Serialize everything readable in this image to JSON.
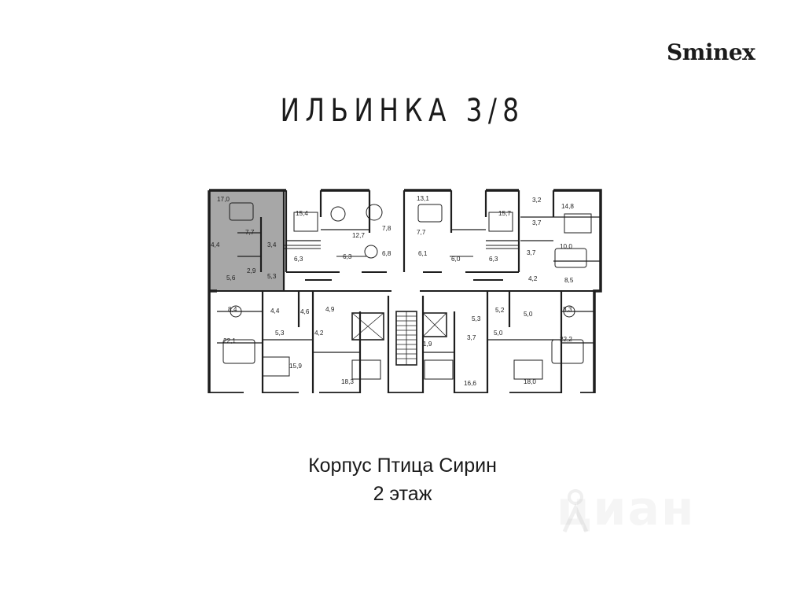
{
  "brand": {
    "logo_text": "Sminex"
  },
  "title": "ИЛЬИНКА 3/8",
  "building": "Корпус Птица Сирин",
  "floor": "2 этаж",
  "watermark": "циан",
  "colors": {
    "highlight": "#8a8a8a",
    "wall": "#1e1e1e",
    "background": "#ffffff"
  },
  "plan": {
    "highlighted_unit_areas": [
      "17,0",
      "7,7",
      "4,4",
      "3,4",
      "2,9",
      "5,6",
      "5,3"
    ],
    "room_areas": [
      "17,0",
      "7,7",
      "4,4",
      "3,4",
      "2,9",
      "5,6",
      "5,3",
      "15,4",
      "6,3",
      "12,7",
      "7,8",
      "6,3",
      "6,8",
      "13,1",
      "7,7",
      "6,1",
      "6,0",
      "15,7",
      "6,3",
      "3,2",
      "3,7",
      "14,8",
      "3,7",
      "10,0",
      "4,2",
      "8,5",
      "8,4",
      "4,4",
      "4,6",
      "4,9",
      "5,3",
      "4,2",
      "22,1",
      "15,9",
      "18,3",
      "1,9",
      "3,7",
      "16,6",
      "5,3",
      "5,2",
      "5,0",
      "5,0",
      "18,0",
      "8,3",
      "22,2"
    ]
  }
}
